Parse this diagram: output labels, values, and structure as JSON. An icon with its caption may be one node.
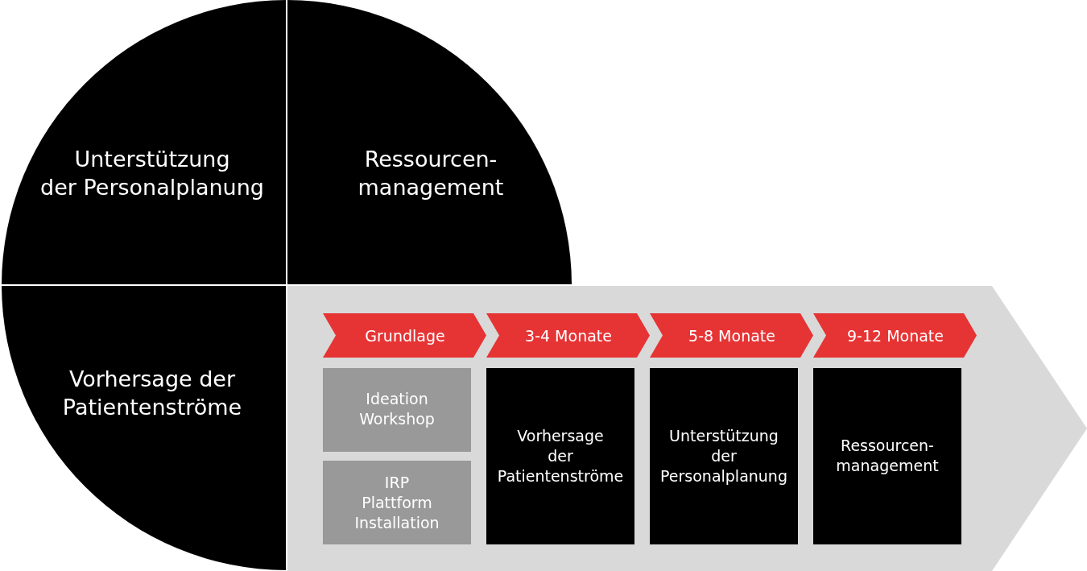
{
  "diagram": {
    "nodes": [
      {
        "text": [
          "Unterstützung der Personalplanung"
        ]
      },
      {
        "text": [
          "Ressourcen- management"
        ]
      },
      {
        "text": [
          "Vorhersage der Patientenströme"
        ]
      },
      {
        "text": [],
        "shape": "arrow"
      },
      {
        "text": [
          "Grundlage"
        ],
        "in": 3
      },
      {
        "text": [
          "3-4 Monate"
        ],
        "in": 3
      },
      {
        "text": [
          "5-8 Monate"
        ],
        "in": 3
      },
      {
        "text": [
          "9-12 Monate"
        ],
        "in": 3
      },
      {
        "text": [
          "Ideation Workshop"
        ],
        "in": 3
      },
      {
        "text": [
          "IRP Plattform Installation"
        ],
        "in": 3
      },
      {
        "text": [
          "Vorhersage der Patientenströme"
        ],
        "in": 3
      },
      {
        "text": [
          "Unterstützung der Personalplanung"
        ],
        "in": 3
      },
      {
        "text": [
          "Ressourcen- management"
        ],
        "in": 3
      }
    ]
  }
}
